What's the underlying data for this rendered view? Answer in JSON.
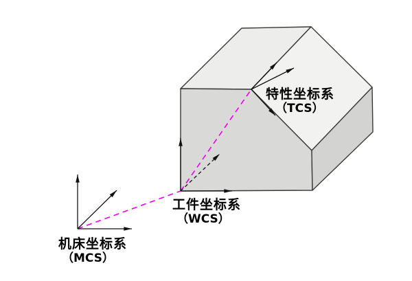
{
  "diagram": {
    "title_meaning": "Machine / Workpiece / Feature coordinate systems on a chamfered workpiece block",
    "background_color": "#ffffff",
    "edge_color": "#3a3a3a",
    "connector_color": "#ee00ee",
    "axis_arrow_color": "#111111",
    "face_colors": {
      "top": "#ededeb",
      "chamfer": "#f2f2f0",
      "front": "#d9d9d7",
      "right": "#d3d3d1"
    },
    "coordinate_systems": {
      "machine": {
        "name": "机床坐标系",
        "abbr": "（MCS）",
        "axes_count": 3
      },
      "workpiece": {
        "name": "工件坐标系",
        "abbr": "（WCS）",
        "axes_count": 3
      },
      "feature": {
        "name": "特性坐标系",
        "abbr": "（TCS）",
        "axes_count": 3
      }
    },
    "connections": [
      {
        "from": "MCS",
        "to": "WCS",
        "style": "dashed-magenta"
      },
      {
        "from": "WCS",
        "to": "TCS",
        "style": "dashed-magenta"
      }
    ]
  }
}
